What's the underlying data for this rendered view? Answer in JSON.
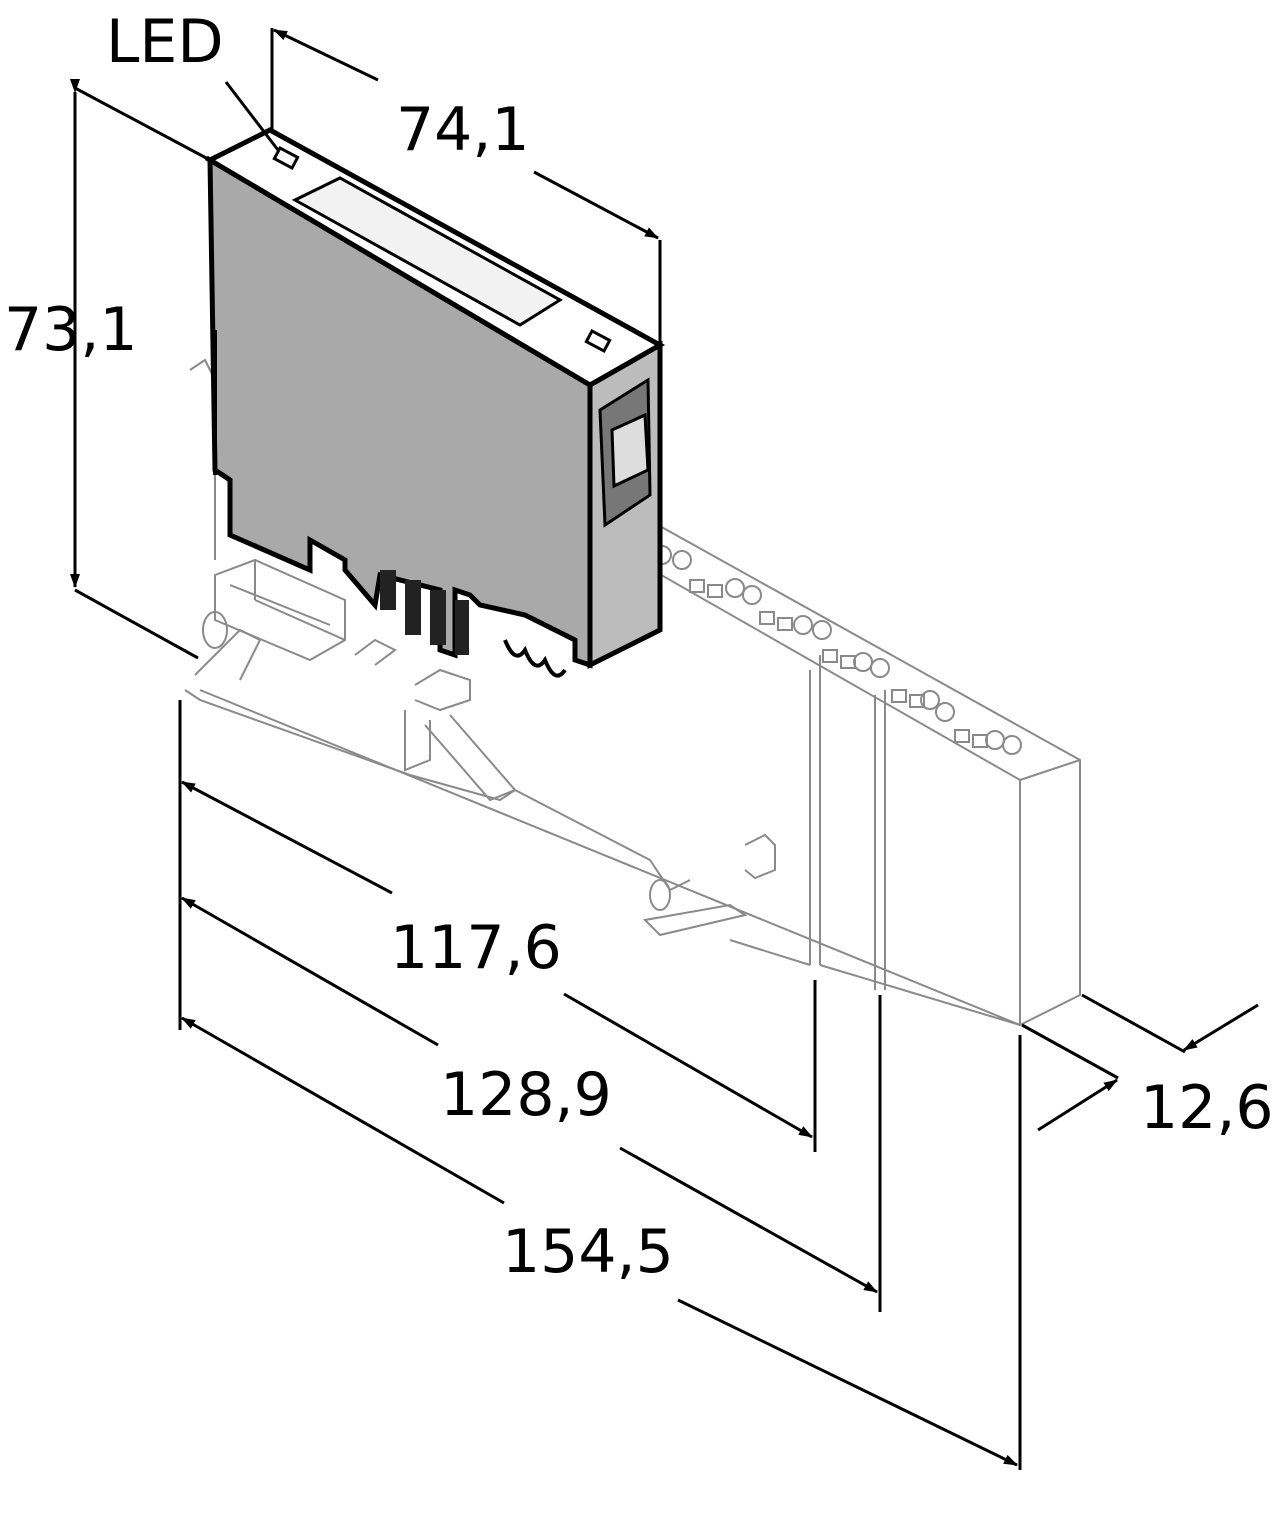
{
  "labels": {
    "led": "LED",
    "depth": "74,1",
    "height": "73,1",
    "len1": "117,6",
    "len2": "128,9",
    "len3": "154,5",
    "width": "12,6"
  },
  "colors": {
    "module_fill": "#a9a9a9",
    "base_stroke": "#8a8a8a",
    "line": "#000000"
  }
}
